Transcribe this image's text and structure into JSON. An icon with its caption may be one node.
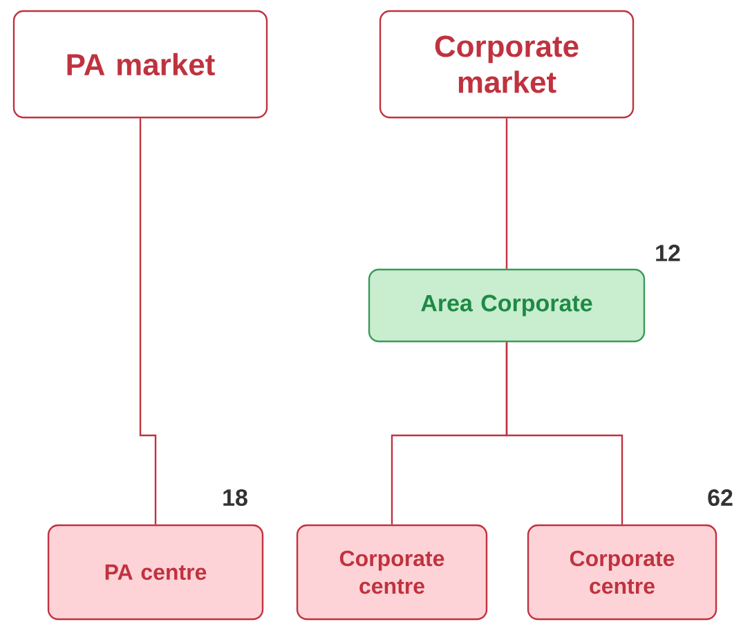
{
  "diagram": {
    "nodes": [
      {
        "text": [
          "PA market"
        ]
      },
      {
        "text": [
          "Corporate market"
        ]
      },
      {
        "text": [
          "Area Corporate"
        ],
        "beside": [
          "12"
        ]
      },
      {
        "text": [
          "PA centre"
        ],
        "beside": [
          "18"
        ]
      },
      {
        "text": [
          "Corporate centre"
        ]
      },
      {
        "text": [
          "Corporate centre"
        ],
        "beside": [
          "62"
        ]
      }
    ],
    "edges": [
      {
        "from": 0,
        "to": 3,
        "arrow": "none"
      },
      {
        "from": 1,
        "to": 2,
        "arrow": "none"
      },
      {
        "from": 2,
        "to": 4,
        "arrow": "none"
      },
      {
        "from": 2,
        "to": 5,
        "arrow": "none"
      }
    ]
  }
}
